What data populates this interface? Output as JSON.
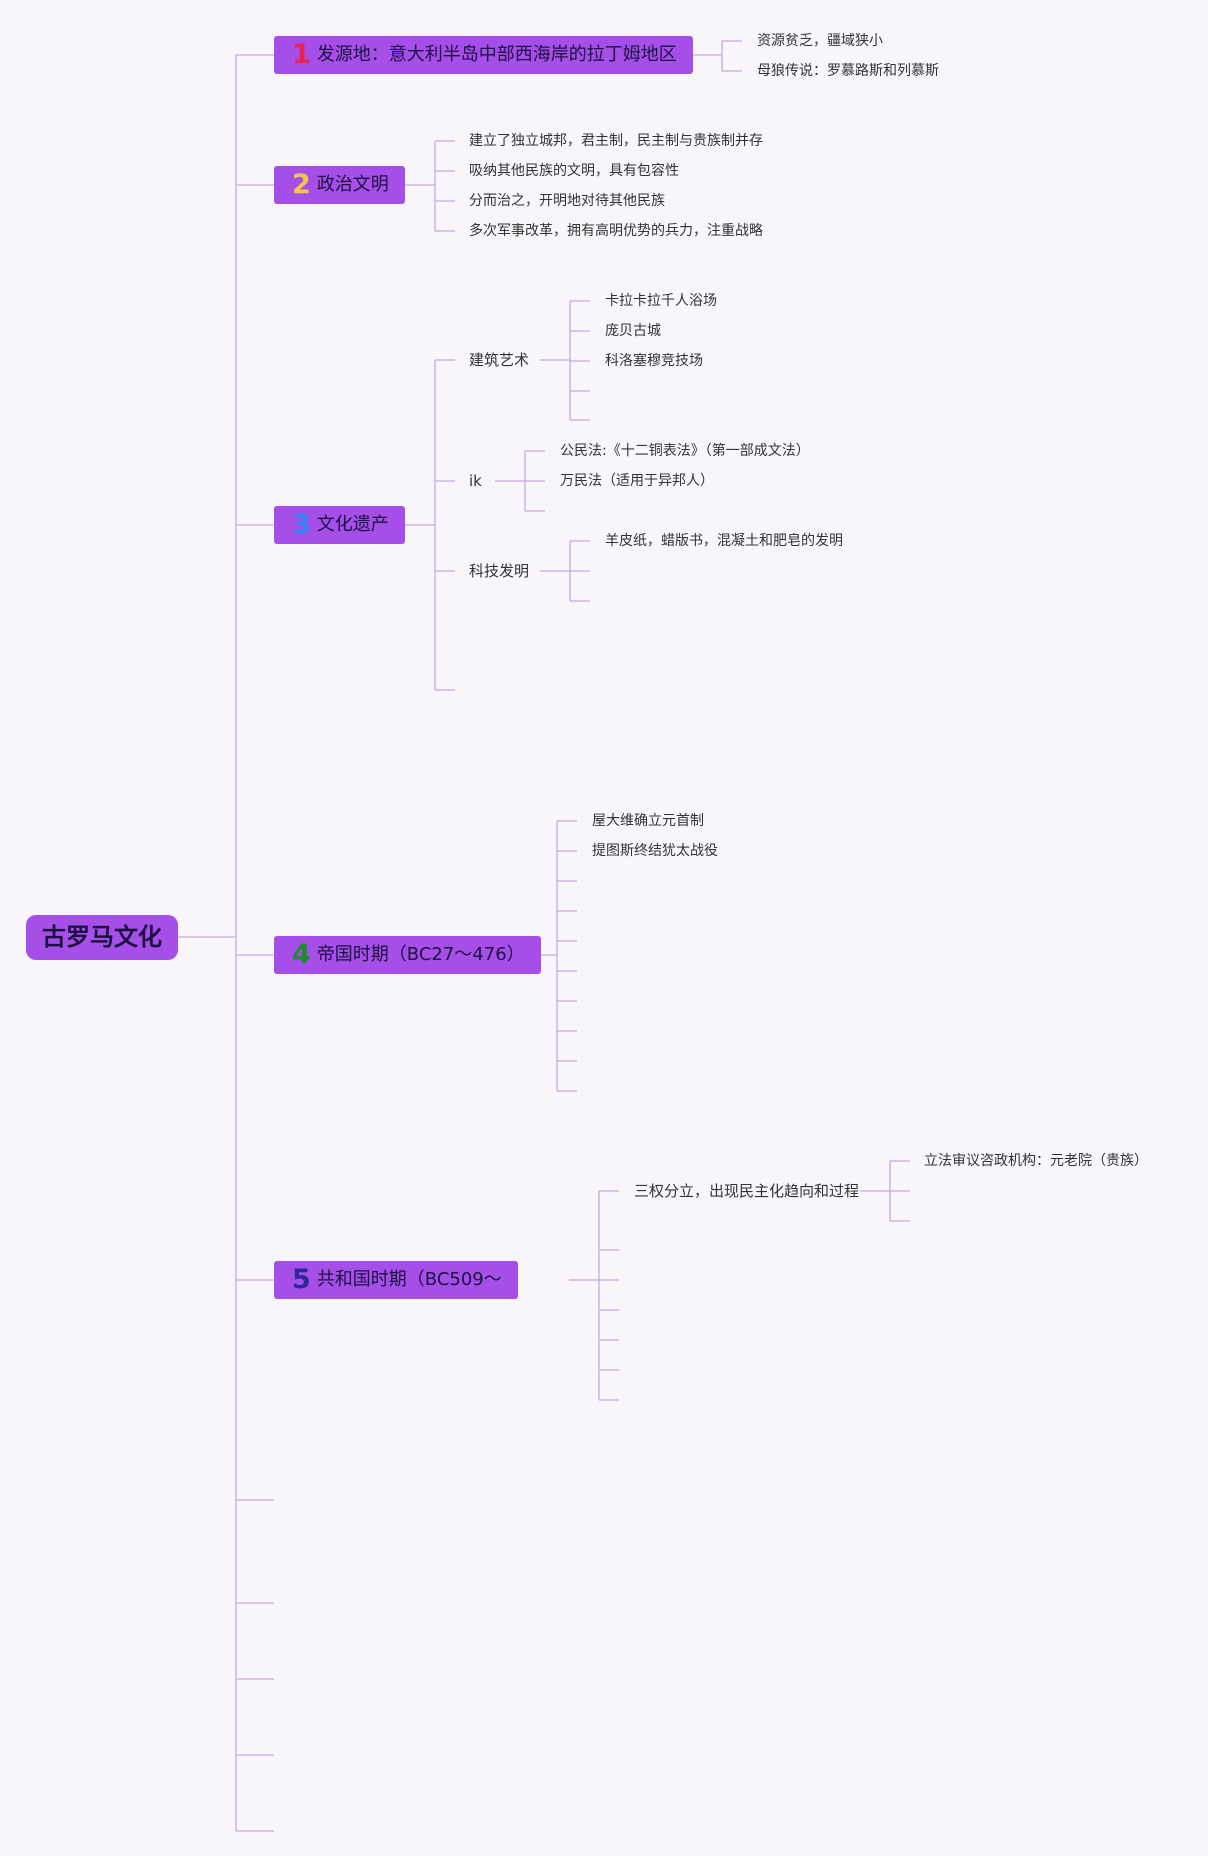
{
  "root": {
    "label": "古罗马文化"
  },
  "colors": {
    "line": "#c5a8e4",
    "node": "#a64ee8"
  },
  "topics": [
    {
      "num": "1",
      "num_color": "#e8234d",
      "label": "发源地：意大利半岛中部西海岸的拉丁姆地区",
      "children": [
        "资源贫乏，疆域狭小",
        "母狼传说：罗慕路斯和列慕斯"
      ]
    },
    {
      "num": "2",
      "num_color": "#f4c44f",
      "label": "政治文明",
      "children": [
        "建立了独立城邦，君主制，民主制与贵族制并存",
        "吸纳其他民族的文明，具有包容性",
        "分而治之，开明地对待其他民族",
        "多次军事改革，拥有高明优势的兵力，注重战略"
      ]
    },
    {
      "num": "3",
      "num_color": "#2f86f4",
      "label": "文化遗产",
      "subs": [
        {
          "label": "建筑艺术",
          "children": [
            "卡拉卡拉千人浴场",
            "庞贝古城",
            "科洛塞穆竞技场"
          ]
        },
        {
          "label": "ik",
          "children": [
            "公民法:《十二铜表法》（第一部成文法）",
            "万民法（适用于异邦人）"
          ]
        },
        {
          "label": "科技发明",
          "children": [
            "羊皮纸，蜡版书，混凝土和肥皂的发明"
          ]
        }
      ]
    },
    {
      "num": "4",
      "num_color": "#1f8a2e",
      "label": "帝国时期（BC27〜476）",
      "children": [
        "屋大维确立元首制",
        "提图斯终结犹太战役"
      ]
    },
    {
      "num": "5",
      "num_color": "#2a2a9c",
      "label": "共和国时期（BC509〜",
      "subs": [
        {
          "label": "三权分立，出现民主化趋向和过程",
          "children": [
            "立法审议咨政机构：元老院（贵族）"
          ]
        }
      ]
    }
  ]
}
